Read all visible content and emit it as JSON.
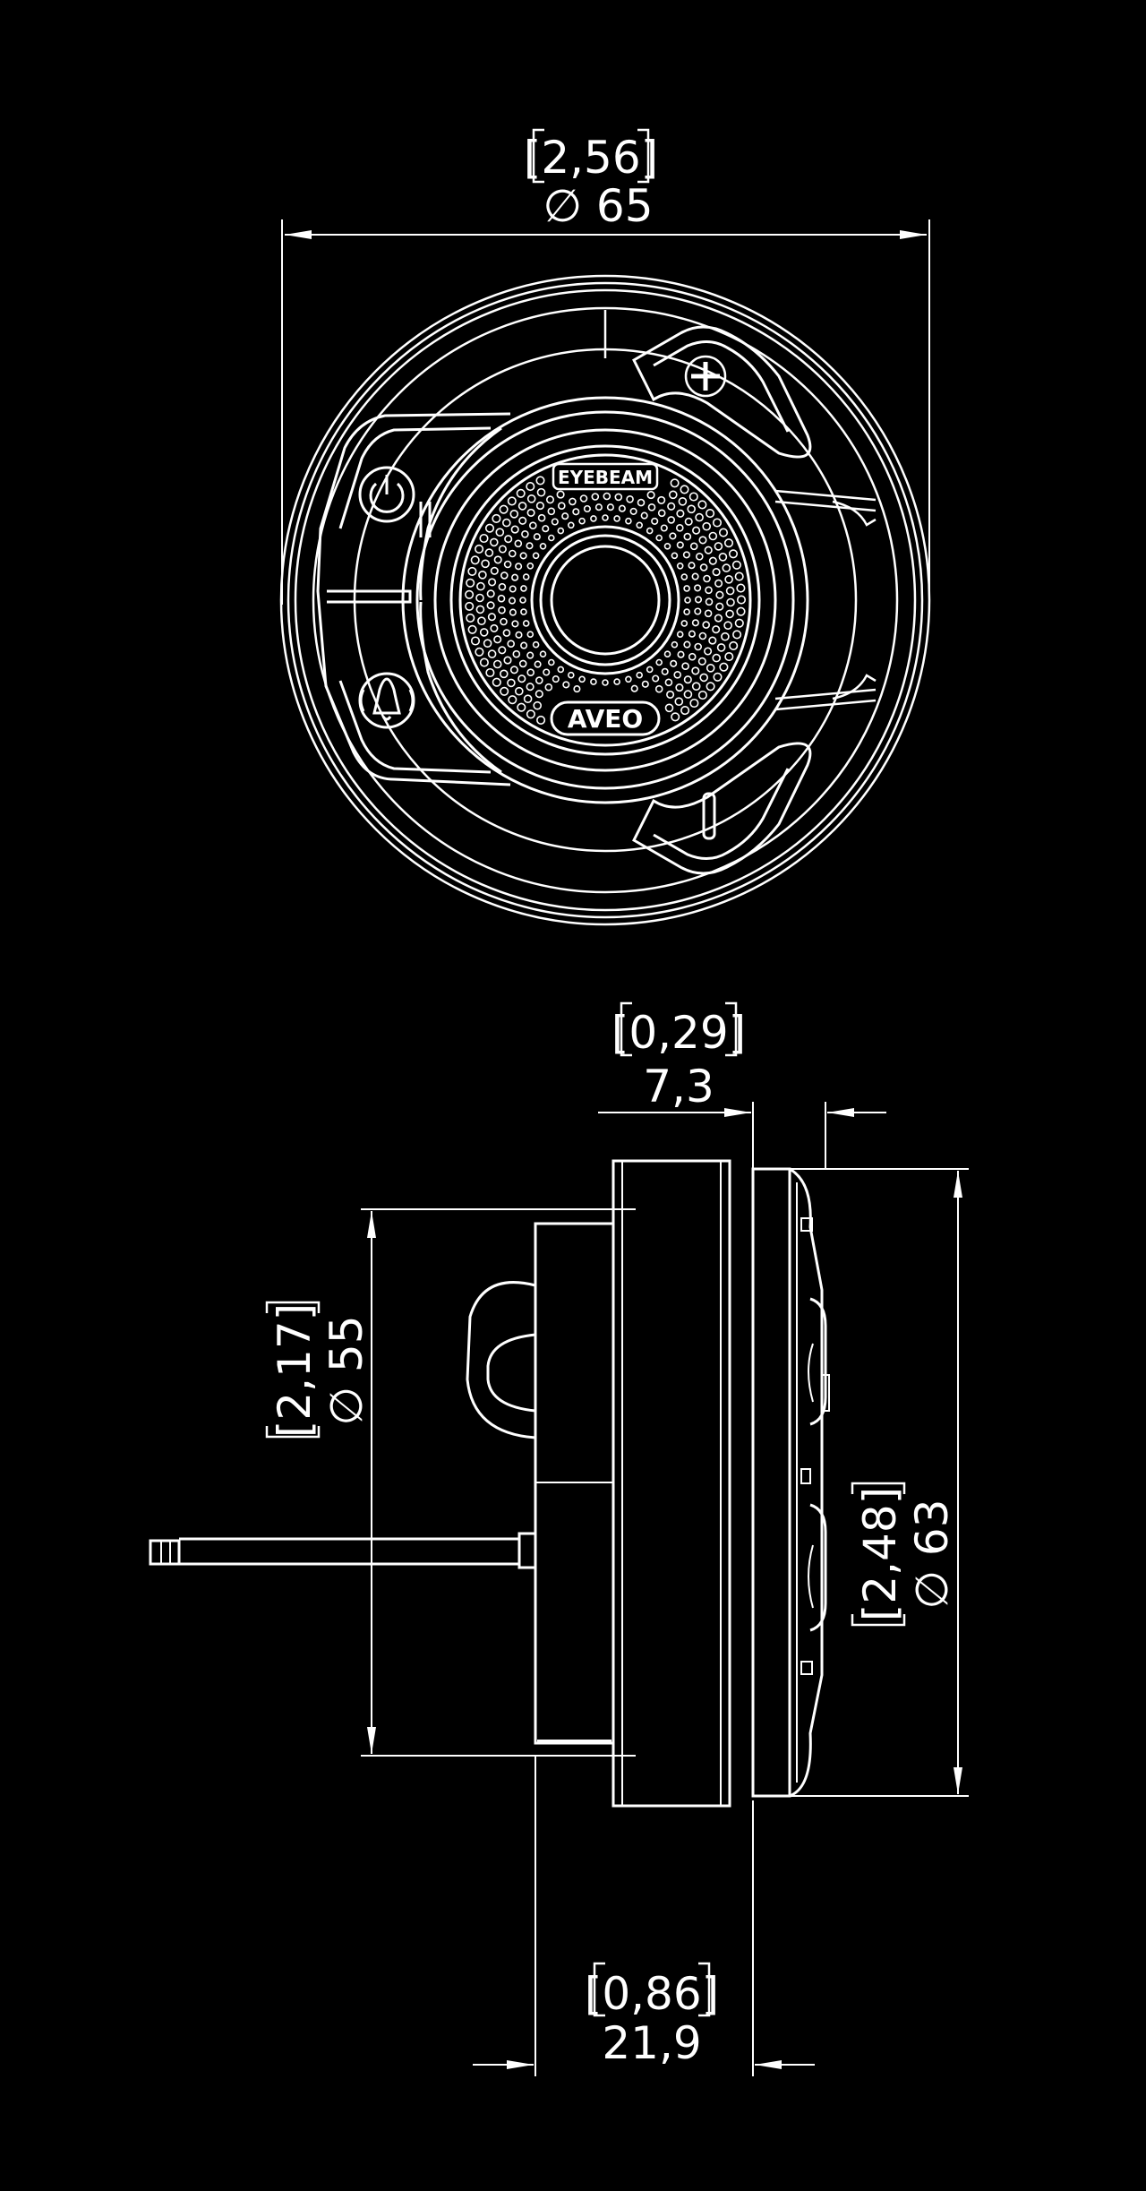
{
  "colors": {
    "background": "#000000",
    "line": "#ffffff"
  },
  "front_view": {
    "overall_diameter": {
      "inch": "[2,56]",
      "mm": "∅ 65"
    },
    "brand_label": "EYEBEAM",
    "model_label": "AVEO",
    "icons": [
      "plus-icon",
      "minus-icon",
      "power-icon",
      "bell-icon"
    ]
  },
  "side_view": {
    "thickness_top": {
      "inch": "[0,29]",
      "mm": "7,3"
    },
    "body_diameter": {
      "inch": "[2,17]",
      "mm": "∅ 55"
    },
    "face_diameter": {
      "inch": "[2,48]",
      "mm": "∅ 63"
    },
    "depth_bottom": {
      "inch": "[0,86]",
      "mm": "21,9"
    }
  }
}
